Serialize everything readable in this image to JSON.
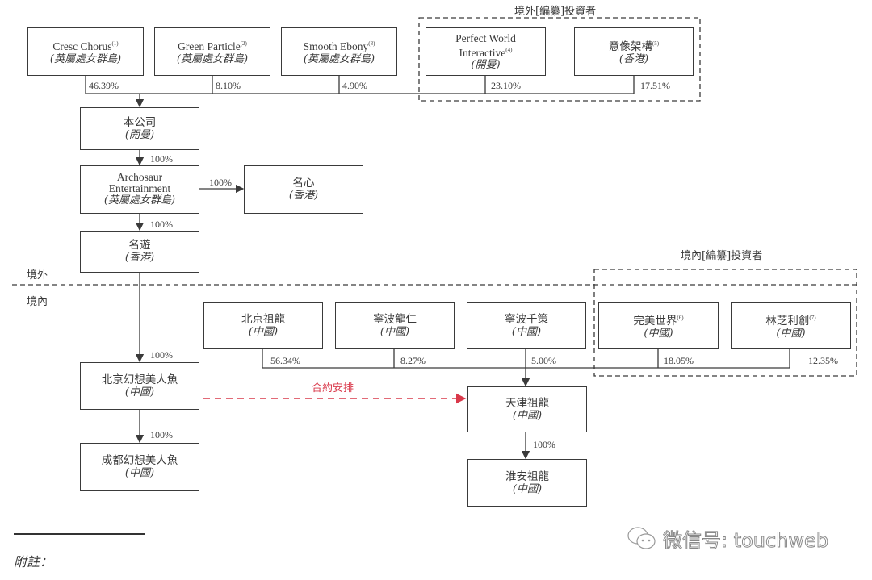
{
  "overseas_investors_label": "境外[編纂]投資者",
  "domestic_investors_label": "境內[編纂]投資者",
  "region_labels": {
    "overseas": "境外",
    "domestic": "境內"
  },
  "top_shareholders": [
    {
      "name": "Cresc Chorus",
      "note": "(1)",
      "loc": "(英屬處女群島)",
      "pct": "46.39%"
    },
    {
      "name": "Green Particle",
      "note": "(2)",
      "loc": "(英屬處女群島)",
      "pct": "8.10%"
    },
    {
      "name": "Smooth Ebony",
      "note": "(3)",
      "loc": "(英屬處女群島)",
      "pct": "4.90%"
    },
    {
      "name": "Perfect World Interactive",
      "note": "(4)",
      "loc": "(開曼)",
      "pct": "23.10%"
    },
    {
      "name": "意像架構",
      "note": "(5)",
      "loc": "(香港)",
      "pct": "17.51%"
    }
  ],
  "company": {
    "name": "本公司",
    "loc": "(開曼)"
  },
  "archosaur": {
    "name": "Archosaur Entertainment",
    "loc": "(英屬處女群島)",
    "pct_in": "100%"
  },
  "mingxin": {
    "name": "名心",
    "loc": "(香港)",
    "pct_in": "100%"
  },
  "mingyou": {
    "name": "名遊",
    "loc": "(香港)",
    "pct_in": "100%"
  },
  "beijing_mermaid": {
    "name": "北京幻想美人魚",
    "loc": "(中國)",
    "pct_in": "100%"
  },
  "chengdu_mermaid": {
    "name": "成都幻想美人魚",
    "loc": "(中國)",
    "pct_in": "100%"
  },
  "domestic_shareholders": [
    {
      "name": "北京祖龍",
      "note": "",
      "loc": "(中國)",
      "pct": "56.34%"
    },
    {
      "name": "寧波龍仁",
      "note": "",
      "loc": "(中國)",
      "pct": "8.27%"
    },
    {
      "name": "寧波千策",
      "note": "",
      "loc": "(中國)",
      "pct": "5.00%"
    },
    {
      "name": "完美世界",
      "note": "(6)",
      "loc": "(中國)",
      "pct": "18.05%"
    },
    {
      "name": "林芝利創",
      "note": "(7)",
      "loc": "(中國)",
      "pct": "12.35%"
    }
  ],
  "tianjin": {
    "name": "天津祖龍",
    "loc": "(中國)"
  },
  "huaian": {
    "name": "淮安祖龍",
    "loc": "(中國)",
    "pct_in": "100%"
  },
  "contract_label": "合約安排",
  "footnote_label": "附註：",
  "watermark": "微信号: touchweb",
  "colors": {
    "line": "#3a3a3a",
    "contract": "#d9384a"
  }
}
